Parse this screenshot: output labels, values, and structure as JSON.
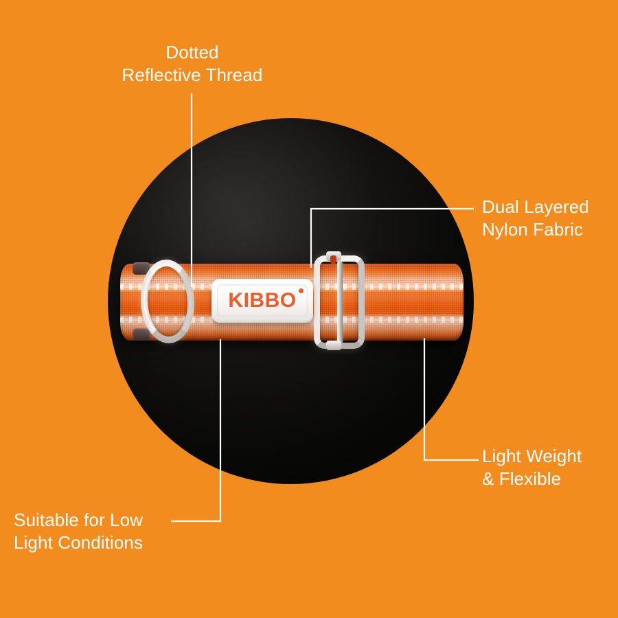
{
  "theme": {
    "background_color": "#F28C1E",
    "text_color": "#FFFFFF",
    "leader_line_color": "#FFFFFF",
    "brand_color": "#F05A28",
    "photo_background_color": "#000000"
  },
  "product": {
    "brand": "KIBBO",
    "brand_mark": "·",
    "item": "reflective nylon dog collar"
  },
  "callouts": [
    {
      "id": "dotted-reflective-thread",
      "label": "Dotted\nReflective Thread",
      "line1": "Dotted",
      "line2": "Reflective Thread",
      "position": "top-left",
      "align": "center"
    },
    {
      "id": "dual-layered-nylon-fabric",
      "label": "Dual Layered\nNylon Fabric",
      "line1": "Dual Layered",
      "line2": "Nylon Fabric",
      "position": "top-right",
      "align": "left"
    },
    {
      "id": "light-weight-flexible",
      "label": "Light Weight\n& Flexible",
      "line1": "Light Weight",
      "line2": "& Flexible",
      "position": "bottom-right",
      "align": "left"
    },
    {
      "id": "suitable-for-low-light-conditions",
      "label": "Suitable for Low\nLight Conditions",
      "line1": "Suitable for Low",
      "line2": "Light Conditions",
      "position": "bottom-left",
      "align": "left"
    }
  ],
  "hardware": {
    "d_ring": "d-ring",
    "slider_buckle": "slider-buckle",
    "patch": "rubber-logo-patch"
  }
}
